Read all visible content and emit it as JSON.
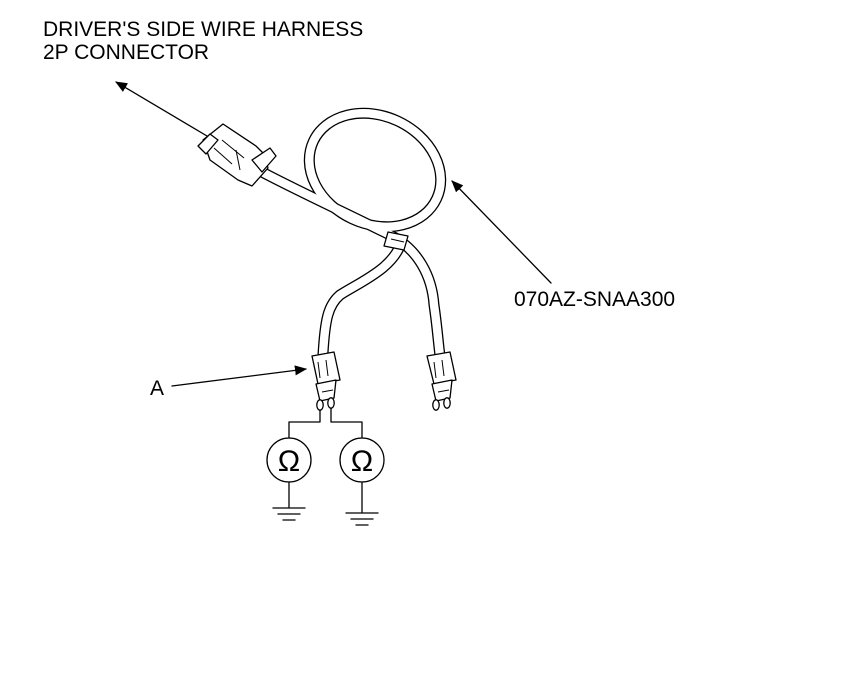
{
  "labels": {
    "connector_line1": "DRIVER'S SIDE WIRE HARNESS",
    "connector_line2": "2P CONNECTOR",
    "part_number": "070AZ-SNAA300",
    "terminal": "A"
  },
  "meters": [
    {
      "symbol": "Ω"
    },
    {
      "symbol": "Ω"
    }
  ]
}
